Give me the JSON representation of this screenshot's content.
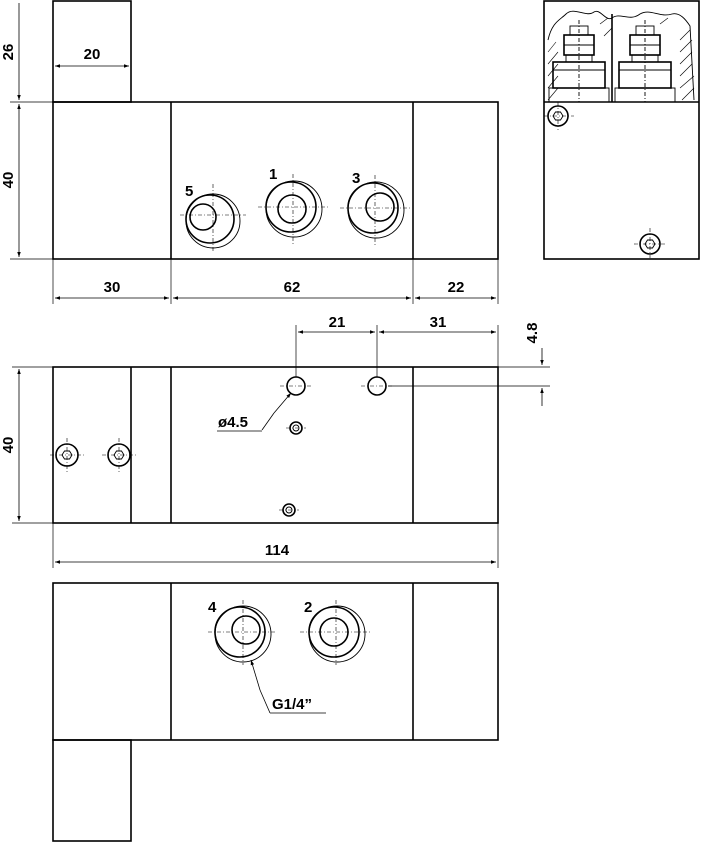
{
  "dimensions": {
    "h_26": "26",
    "h_40_top": "40",
    "w_20": "20",
    "w_30": "30",
    "w_62": "62",
    "w_22": "22",
    "w_21": "21",
    "w_31": "31",
    "h_4_8": "4.8",
    "h_40_mid": "40",
    "w_114": "114",
    "dia_4_5": "ø4.5"
  },
  "ports": {
    "p5": "5",
    "p1": "1",
    "p3": "3",
    "p4": "4",
    "p2": "2"
  },
  "thread_label": "G1/4”"
}
